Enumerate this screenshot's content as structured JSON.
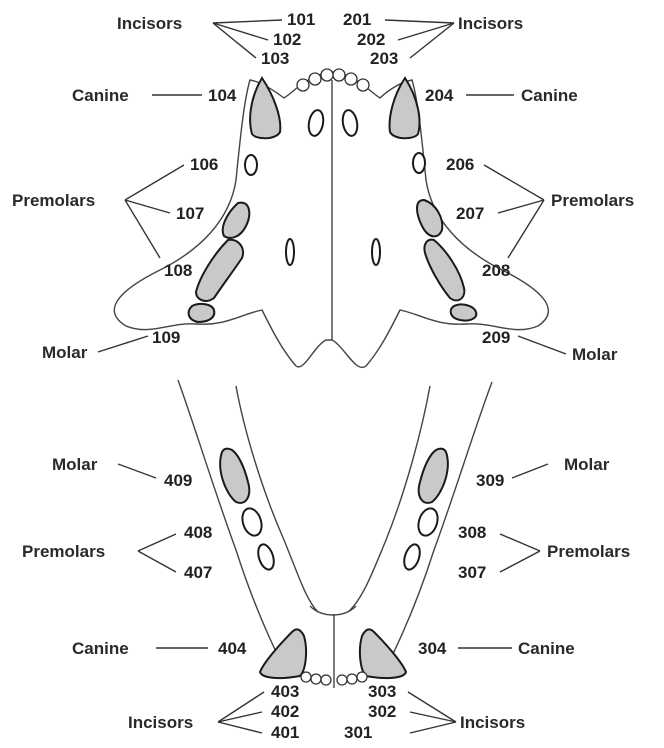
{
  "upper_jaw": {
    "incisors_left_label": "Incisors",
    "incisors_right_label": "Incisors",
    "canine_left_label": "Canine",
    "canine_right_label": "Canine",
    "premolars_left_label": "Premolars",
    "premolars_right_label": "Premolars",
    "molar_left_label": "Molar",
    "molar_right_label": "Molar",
    "teeth_numbers": {
      "t101": "101",
      "t102": "102",
      "t103": "103",
      "t104": "104",
      "t106": "106",
      "t107": "107",
      "t108": "108",
      "t109": "109",
      "t201": "201",
      "t202": "202",
      "t203": "203",
      "t204": "204",
      "t206": "206",
      "t207": "207",
      "t208": "208",
      "t209": "209"
    }
  },
  "lower_jaw": {
    "molar_left_label": "Molar",
    "molar_right_label": "Molar",
    "premolars_left_label": "Premolars",
    "premolars_right_label": "Premolars",
    "canine_left_label": "Canine",
    "canine_right_label": "Canine",
    "incisors_left_label": "Incisors",
    "incisors_right_label": "Incisors",
    "teeth_numbers": {
      "t409": "409",
      "t408": "408",
      "t407": "407",
      "t404": "404",
      "t403": "403",
      "t402": "402",
      "t401": "401",
      "t309": "309",
      "t308": "308",
      "t307": "307",
      "t304": "304",
      "t303": "303",
      "t302": "302",
      "t301": "301"
    }
  }
}
